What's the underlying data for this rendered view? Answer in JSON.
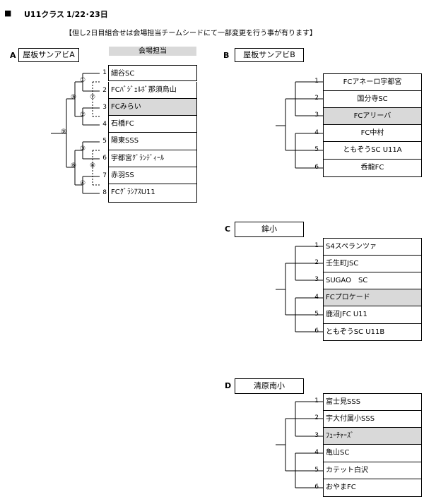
{
  "header": {
    "bullet": "■",
    "title": "U11クラス",
    "dates": "1/22･23日",
    "note": "【但し2日目組合せは会場担当チームシードにて一部変更を行う事が有ります】"
  },
  "sections": {
    "A": {
      "letter": "A",
      "venue": "屋板サンアビA",
      "kaijo_label": "会場担当",
      "teams": [
        {
          "no": "1",
          "name": "細谷SC"
        },
        {
          "no": "2",
          "name": "FCﾊﾞｼﾞｪﾙﾎﾞ那須烏山"
        },
        {
          "no": "3",
          "name": "FCみらい"
        },
        {
          "no": "4",
          "name": "石橋FC"
        },
        {
          "no": "5",
          "name": "陽東SSS"
        },
        {
          "no": "6",
          "name": "宇都宮ｸﾞﾗﾝﾃﾞｨｰﾙ"
        },
        {
          "no": "7",
          "name": "赤羽SS"
        },
        {
          "no": "8",
          "name": "FCｸﾞﾗｼｱｽU11"
        }
      ],
      "match_nums": [
        "①",
        "②",
        "③",
        "④",
        "⑤",
        "⑥",
        "⑦",
        "⑧",
        "⑨"
      ]
    },
    "B": {
      "letter": "B",
      "venue": "屋板サンアビB",
      "teams": [
        {
          "no": "1",
          "name": "FCアネーロ宇都宮"
        },
        {
          "no": "2",
          "name": "国分寺SC"
        },
        {
          "no": "3",
          "name": "FCアリーバ"
        },
        {
          "no": "4",
          "name": "FC中村"
        },
        {
          "no": "5",
          "name": "ともぞうSC U11A"
        },
        {
          "no": "6",
          "name": "呑龍FC"
        }
      ]
    },
    "C": {
      "letter": "C",
      "venue": "鉾小",
      "teams": [
        {
          "no": "1",
          "name": "S4スペランツァ"
        },
        {
          "no": "2",
          "name": "壬生町JSC"
        },
        {
          "no": "3",
          "name": "SUGAO　SC"
        },
        {
          "no": "4",
          "name": " FCプロケード"
        },
        {
          "no": "5",
          "name": "鹿沼JFC U11"
        },
        {
          "no": "6",
          "name": "ともぞうSC U11B"
        }
      ]
    },
    "D": {
      "letter": "D",
      "venue": "清原南小",
      "teams": [
        {
          "no": "1",
          "name": "富士見SSS"
        },
        {
          "no": "2",
          "name": "宇大付属小SSS"
        },
        {
          "no": "3",
          "name": "ﾌｭｰﾁｬｰｽﾞ"
        },
        {
          "no": "4",
          "name": "亀山SC"
        },
        {
          "no": "5",
          "name": "カテット白沢"
        },
        {
          "no": "6",
          "name": "おやまFC"
        }
      ]
    }
  }
}
